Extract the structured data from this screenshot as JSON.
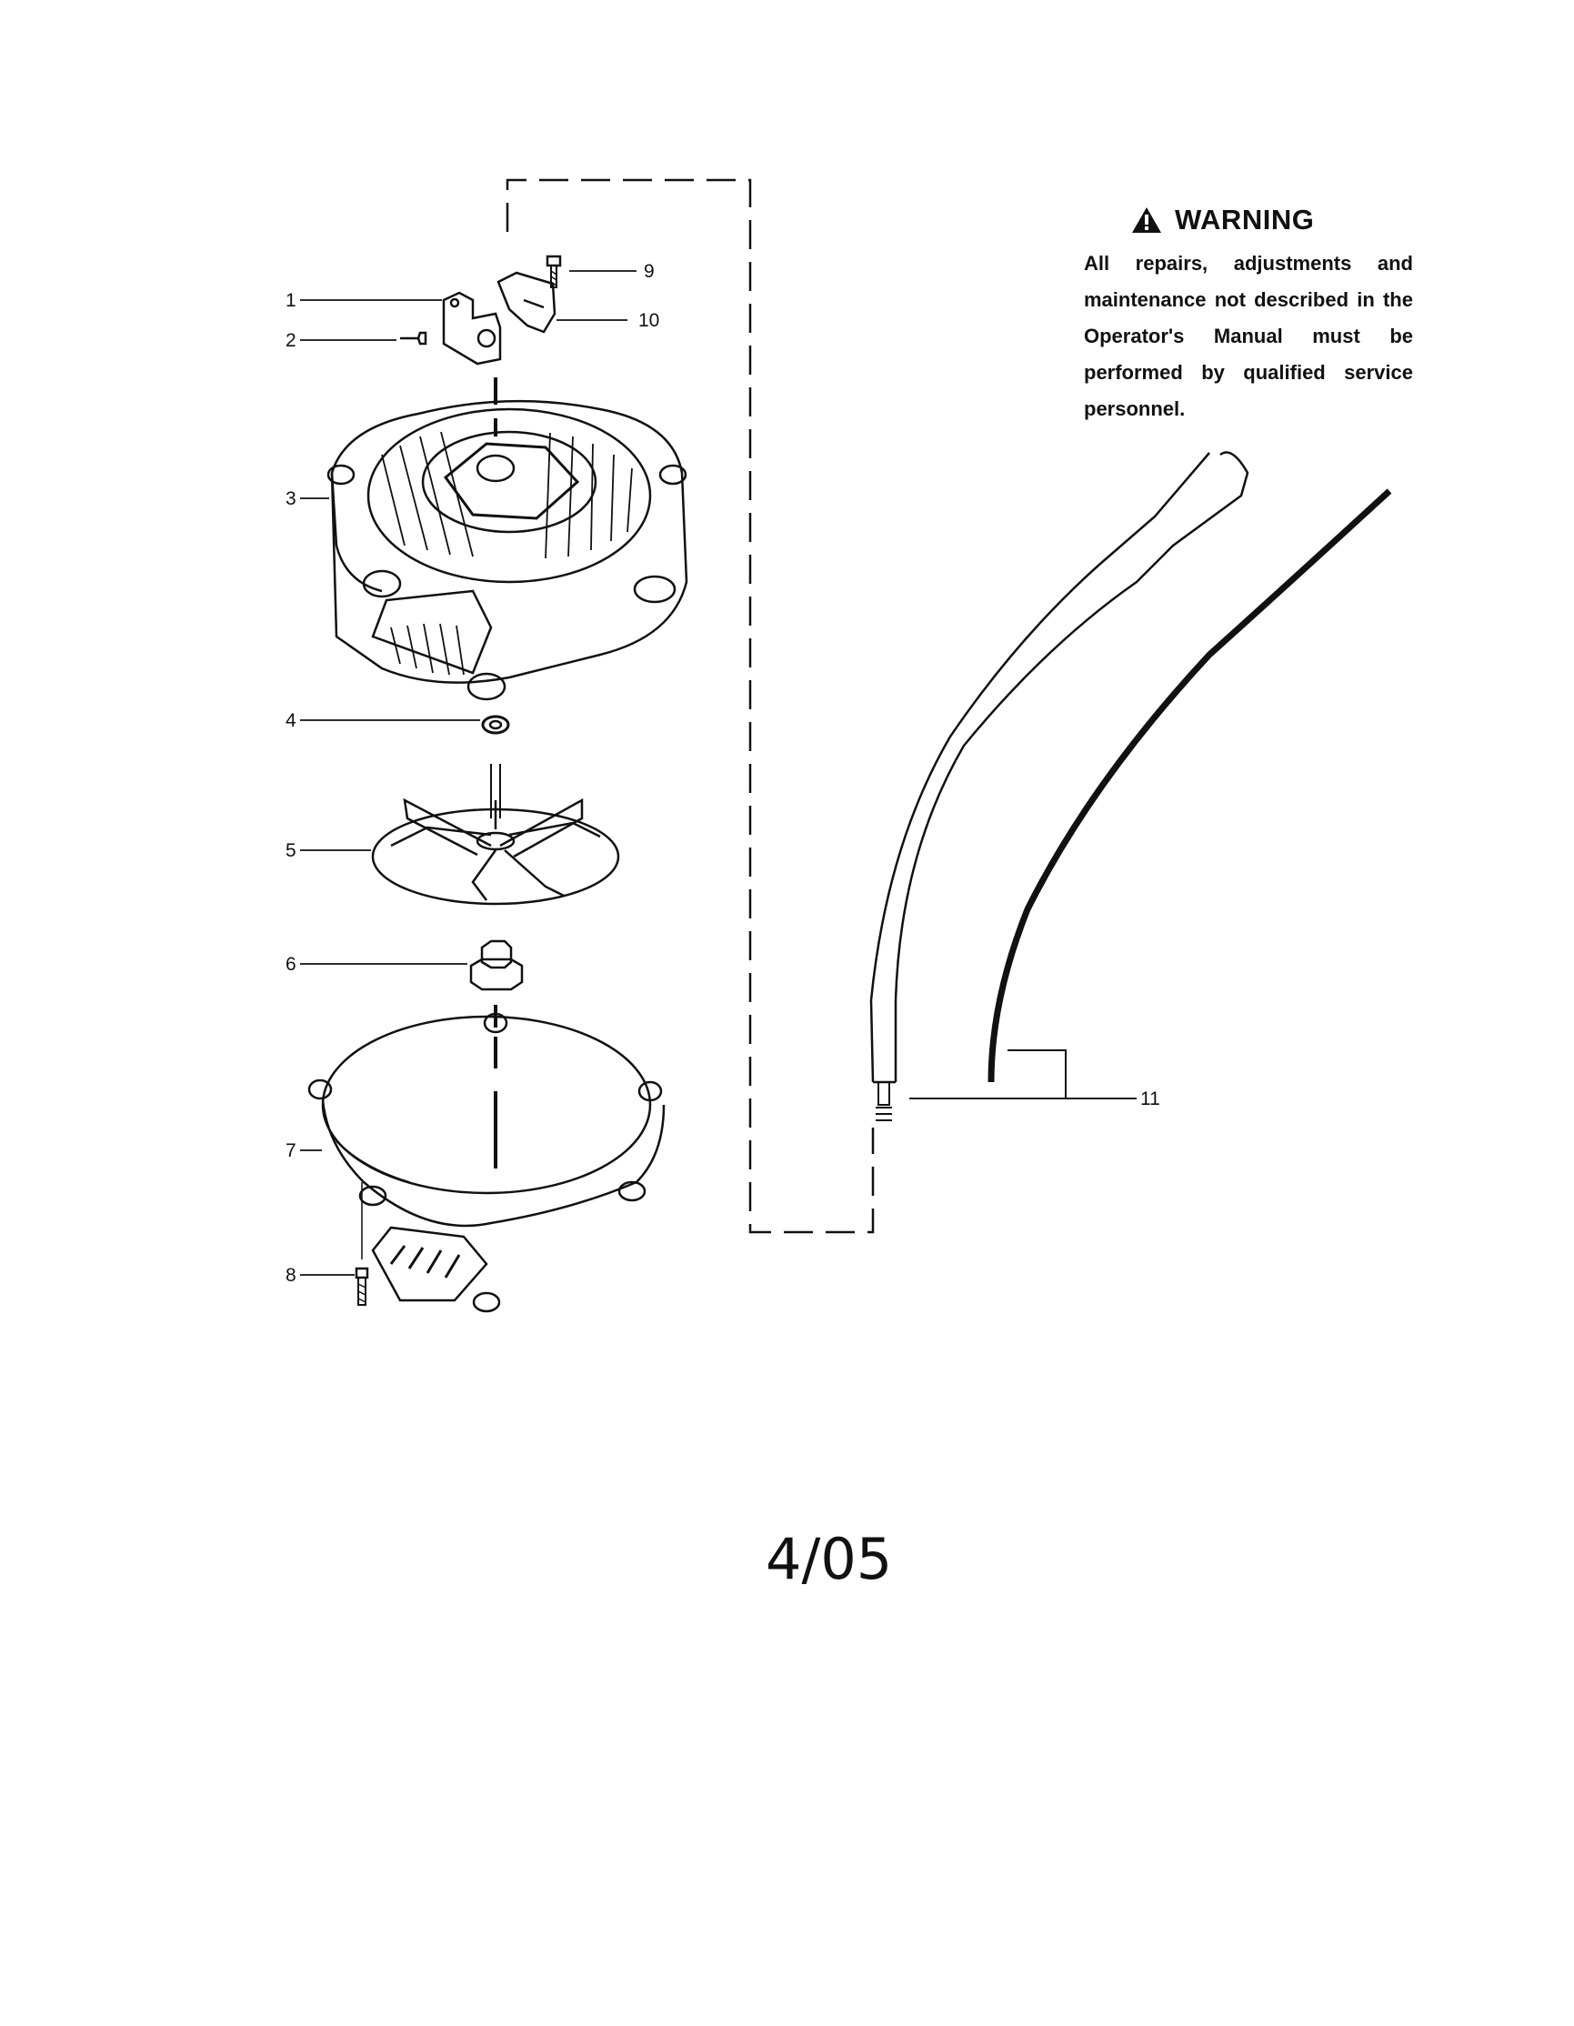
{
  "callouts": [
    "1",
    "2",
    "3",
    "4",
    "5",
    "6",
    "7",
    "8",
    "9",
    "10",
    "11"
  ],
  "warning": {
    "title": "WARNING",
    "icon": "warning-triangle-icon",
    "text": "All repairs, adjustments and maintenance not described in the Operator's Manual must be performed by qualified service personnel."
  },
  "footer": {
    "date": "4/05"
  },
  "colors": {
    "ink": "#111111",
    "paper": "#ffffff"
  }
}
